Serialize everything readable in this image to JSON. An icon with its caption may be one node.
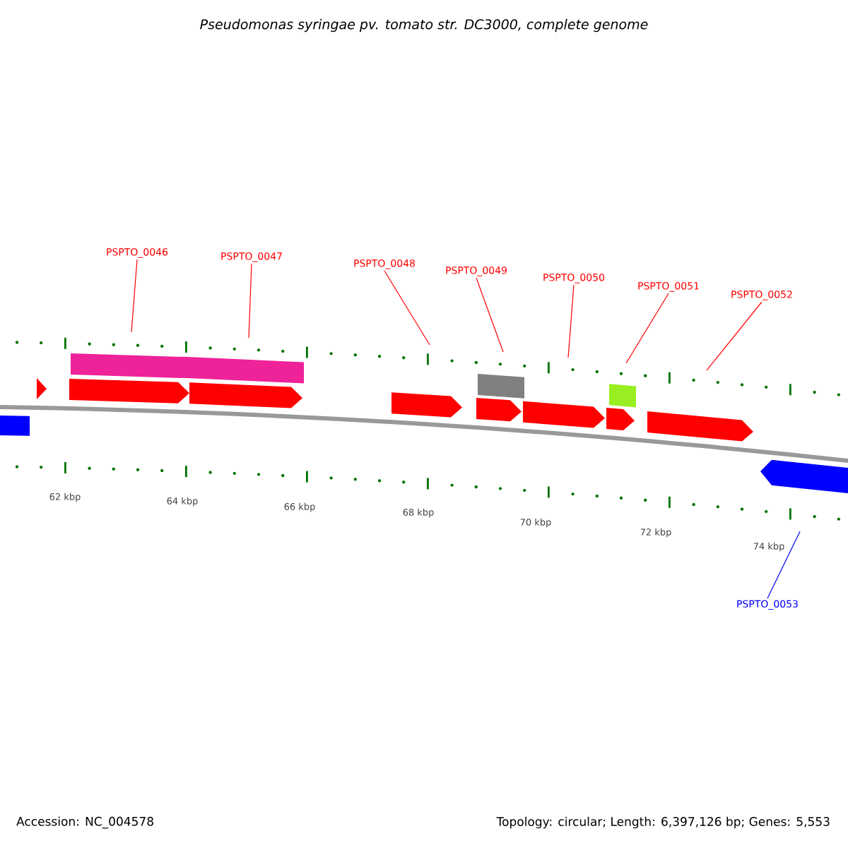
{
  "diagram": {
    "title": "Pseudomonas syringae pv. tomato str. DC3000, complete genome",
    "nodes": [
      {
        "text": [
          "PSPTO_0046"
        ]
      },
      {
        "text": [
          "PSPTO_0047"
        ]
      },
      {
        "text": [
          "PSPTO_0048"
        ]
      },
      {
        "text": [
          "PSPTO_0049"
        ]
      },
      {
        "text": [
          "PSPTO_0050"
        ]
      },
      {
        "text": [
          "PSPTO_0051"
        ]
      },
      {
        "text": [
          "PSPTO_0052"
        ]
      },
      {
        "text": [
          "PSPTO_0053"
        ]
      }
    ],
    "edges": [
      {
        "from": 0,
        "to": null,
        "arrow": "none"
      },
      {
        "from": 1,
        "to": null,
        "arrow": "none"
      },
      {
        "from": 2,
        "to": null,
        "arrow": "none"
      },
      {
        "from": 3,
        "to": null,
        "arrow": "none"
      },
      {
        "from": 4,
        "to": null,
        "arrow": "none"
      },
      {
        "from": 5,
        "to": null,
        "arrow": "none"
      },
      {
        "from": 6,
        "to": null,
        "arrow": "none"
      },
      {
        "from": 7,
        "to": null,
        "arrow": "none",
        "color": "#0000ff"
      }
    ],
    "labels": [
      "62 kbp",
      "64 kbp",
      "66 kbp",
      "68 kbp",
      "70 kbp",
      "72 kbp",
      "74 kbp",
      "Accession: NC_004578",
      "Topology: circular; Length: 6,397,126 bp; Genes: 5,553"
    ]
  }
}
